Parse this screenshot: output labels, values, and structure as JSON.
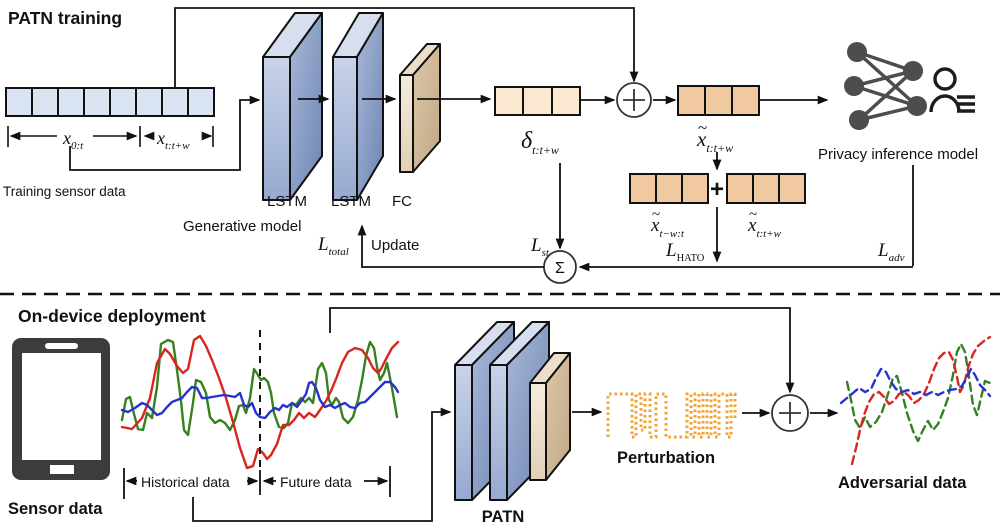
{
  "titles": {
    "training": "PATN training",
    "deployment": "On-device deployment"
  },
  "training": {
    "input": {
      "caption": "Training sensor data",
      "seg_left_main": "x",
      "seg_left_sub": "0:t",
      "seg_right_main": "x",
      "seg_right_sub": "t:t+w"
    },
    "model": {
      "lstm1": "LSTM",
      "lstm2": "LSTM",
      "fc": "FC",
      "caption": "Generative model"
    },
    "delta": {
      "main": "δ",
      "sub": "t:t+w"
    },
    "xtilde_out": {
      "tilde": "~",
      "main": "x",
      "sub": "t:t+w"
    },
    "pair_left": {
      "tilde": "~",
      "main": "x",
      "sub": "t−w:t"
    },
    "pair_right": {
      "tilde": "~",
      "main": "x",
      "sub": "t:t+w"
    },
    "plus_sign": "+",
    "sigma": "Σ",
    "losses": {
      "total_main": "L",
      "total_sub": "total",
      "update": "Update",
      "st_main": "L",
      "st_sub": "st",
      "hato_main": "L",
      "hato_sub": "HATO",
      "adv_main": "L",
      "adv_sub": "adv"
    },
    "privacy_caption": "Privacy inference model"
  },
  "deployment": {
    "sensor_caption": "Sensor data",
    "historical": "Historical data",
    "future": "Future data",
    "patn": "PATN",
    "perturbation": "Perturbation",
    "adversarial": "Adversarial data"
  },
  "colors": {
    "cell_blue": "#dbe4f2",
    "cell_cream": "#fae8d0",
    "cell_peach": "#f0c9a1",
    "line_red": "#d9261c",
    "line_green": "#35801f",
    "line_blue": "#2433d0",
    "perturbation_orange": "#f0a431",
    "icon_gray": "#4d4d4d",
    "phone_gray": "#3c3c3c",
    "ink": "#111111"
  },
  "waveforms": {
    "sensor_red": [
      122,
      427,
      132,
      429,
      142,
      418,
      150,
      398,
      157,
      363,
      165,
      349,
      170,
      354,
      177,
      366,
      183,
      373,
      188,
      369,
      194,
      340,
      200,
      336,
      206,
      346,
      212,
      360,
      219,
      378,
      226,
      398,
      233,
      422,
      240,
      448,
      247,
      468,
      253,
      466,
      258,
      449,
      263,
      453,
      267,
      459,
      271,
      455,
      277,
      444,
      283,
      425,
      289,
      425,
      294,
      420,
      299,
      413,
      304,
      418,
      309,
      413,
      315,
      417,
      320,
      410,
      326,
      401,
      331,
      391,
      336,
      379,
      342,
      363,
      348,
      352,
      355,
      348,
      362,
      350,
      368,
      358,
      373,
      368,
      378,
      373,
      381,
      369,
      386,
      359,
      392,
      348,
      398,
      342
    ],
    "sensor_green": [
      122,
      420,
      126,
      399,
      130,
      397,
      134,
      414,
      138,
      429,
      143,
      430,
      147,
      413,
      152,
      418,
      157,
      387,
      161,
      344,
      168,
      340,
      173,
      342,
      177,
      370,
      181,
      401,
      184,
      430,
      188,
      435,
      193,
      403,
      196,
      380,
      201,
      382,
      206,
      393,
      210,
      417,
      215,
      423,
      220,
      420,
      225,
      423,
      230,
      430,
      235,
      420,
      239,
      406,
      243,
      405,
      246,
      413,
      250,
      398,
      254,
      369,
      258,
      375,
      261,
      380,
      264,
      378,
      268,
      382,
      271,
      393,
      274,
      413,
      279,
      427,
      284,
      428,
      288,
      423,
      292,
      403,
      296,
      405,
      301,
      398,
      305,
      402,
      309,
      398,
      313,
      403,
      318,
      369,
      322,
      363,
      326,
      373,
      329,
      400,
      332,
      405,
      336,
      398,
      339,
      402,
      343,
      418,
      348,
      423,
      353,
      417,
      358,
      400,
      362,
      380,
      366,
      356,
      370,
      342,
      374,
      348,
      377,
      367,
      380,
      380,
      384,
      373,
      387,
      363,
      392,
      388,
      397,
      417
    ],
    "sensor_blue": [
      122,
      410,
      128,
      412,
      135,
      408,
      142,
      403,
      147,
      405,
      152,
      410,
      157,
      415,
      162,
      413,
      167,
      407,
      172,
      402,
      177,
      400,
      182,
      398,
      187,
      392,
      192,
      387,
      197,
      388,
      202,
      398,
      207,
      398,
      212,
      397,
      218,
      396,
      224,
      395,
      230,
      396,
      235,
      397,
      240,
      393,
      244,
      405,
      248,
      407,
      252,
      403,
      256,
      413,
      260,
      417,
      265,
      418,
      270,
      412,
      275,
      408,
      279,
      410,
      283,
      405,
      287,
      407,
      292,
      403,
      297,
      407,
      302,
      400,
      306,
      394,
      309,
      383,
      312,
      382,
      316,
      388,
      320,
      400,
      325,
      407,
      330,
      405,
      335,
      408,
      340,
      405,
      345,
      403,
      350,
      407,
      355,
      408,
      360,
      403,
      365,
      402,
      370,
      397,
      375,
      392,
      380,
      387,
      385,
      382,
      390,
      382,
      395,
      387,
      398,
      392
    ],
    "perturbation": [
      608,
      437,
      608,
      394,
      632,
      394,
      632,
      437,
      636,
      437,
      636,
      394,
      641,
      394,
      641,
      430,
      645,
      430,
      645,
      394,
      650,
      394,
      650,
      437,
      656,
      437,
      656,
      394,
      666,
      394,
      666,
      437,
      687,
      437,
      687,
      394,
      691,
      394,
      691,
      437,
      695,
      437,
      695,
      394,
      699,
      394,
      699,
      437,
      703,
      437,
      703,
      394,
      707,
      394,
      707,
      437,
      711,
      437,
      711,
      394,
      715,
      394,
      715,
      437,
      719,
      437,
      719,
      394,
      727,
      394,
      727,
      437,
      731,
      437,
      731,
      394,
      735,
      394,
      735,
      420
    ],
    "adv_red": [
      852,
      464,
      856,
      448,
      860,
      430,
      864,
      415,
      869,
      402,
      874,
      394,
      879,
      392,
      884,
      397,
      889,
      404,
      894,
      401,
      899,
      394,
      904,
      392,
      909,
      396,
      914,
      403,
      919,
      400,
      924,
      394,
      929,
      383,
      934,
      369,
      939,
      358,
      944,
      353,
      949,
      352,
      953,
      360,
      957,
      377,
      960,
      392,
      964,
      385,
      968,
      368,
      973,
      354,
      978,
      346,
      984,
      341,
      990,
      337
    ],
    "adv_green": [
      847,
      382,
      851,
      400,
      855,
      420,
      860,
      428,
      865,
      417,
      870,
      427,
      876,
      422,
      882,
      412,
      888,
      394,
      893,
      378,
      897,
      376,
      902,
      393,
      907,
      413,
      913,
      431,
      918,
      441,
      923,
      430,
      928,
      421,
      933,
      430,
      938,
      424,
      943,
      412,
      948,
      398,
      953,
      375,
      957,
      352,
      961,
      344,
      965,
      352,
      969,
      377,
      973,
      405,
      977,
      415,
      981,
      398,
      985,
      381,
      990,
      383
    ],
    "adv_blue": [
      841,
      403,
      847,
      398,
      853,
      393,
      859,
      388,
      865,
      392,
      871,
      389,
      876,
      378,
      881,
      369,
      886,
      372,
      891,
      382,
      896,
      389,
      902,
      392,
      908,
      390,
      914,
      394,
      920,
      392,
      926,
      395,
      932,
      392,
      938,
      395,
      944,
      392,
      950,
      390,
      956,
      389,
      962,
      386,
      967,
      377,
      971,
      369,
      975,
      375,
      980,
      385,
      985,
      390,
      990,
      396
    ]
  }
}
